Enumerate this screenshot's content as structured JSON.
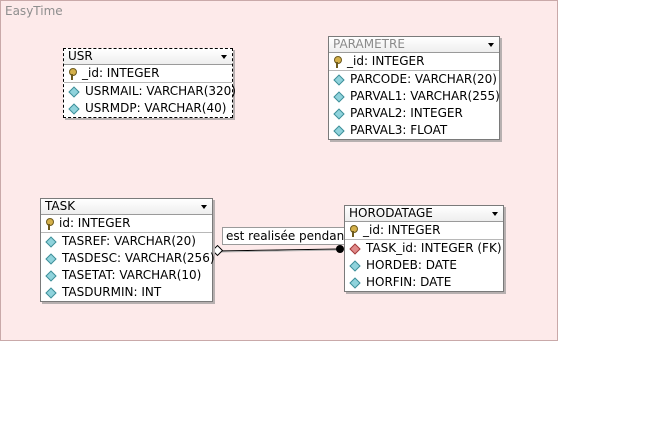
{
  "canvas": {
    "title": "EasyTime"
  },
  "entities": {
    "usr": {
      "title": "USR",
      "pk": "_id: INTEGER",
      "fields": [
        "USRMAIL: VARCHAR(320)",
        "USRMDP: VARCHAR(40)"
      ]
    },
    "parametre": {
      "title": "PARAMETRE",
      "pk": "_id: INTEGER",
      "fields": [
        "PARCODE: VARCHAR(20)",
        "PARVAL1: VARCHAR(255)",
        "PARVAL2: INTEGER",
        "PARVAL3: FLOAT"
      ]
    },
    "task": {
      "title": "TASK",
      "pk": "id: INTEGER",
      "fields": [
        "TASREF: VARCHAR(20)",
        "TASDESC: VARCHAR(256)",
        "TASETAT: VARCHAR(10)",
        "TASDURMIN: INT"
      ]
    },
    "horodatage": {
      "title": "HORODATAGE",
      "pk": "_id: INTEGER",
      "fk": "TASK_id: INTEGER (FK)",
      "fields": [
        "HORDEB: DATE",
        "HORFIN: DATE"
      ]
    }
  },
  "relationship": {
    "label": "est realisée pendant"
  },
  "colors": {
    "canvas_bg": "#fdeaea",
    "field_icon": "#8fd3dc",
    "fk_icon": "#e08a8a"
  }
}
